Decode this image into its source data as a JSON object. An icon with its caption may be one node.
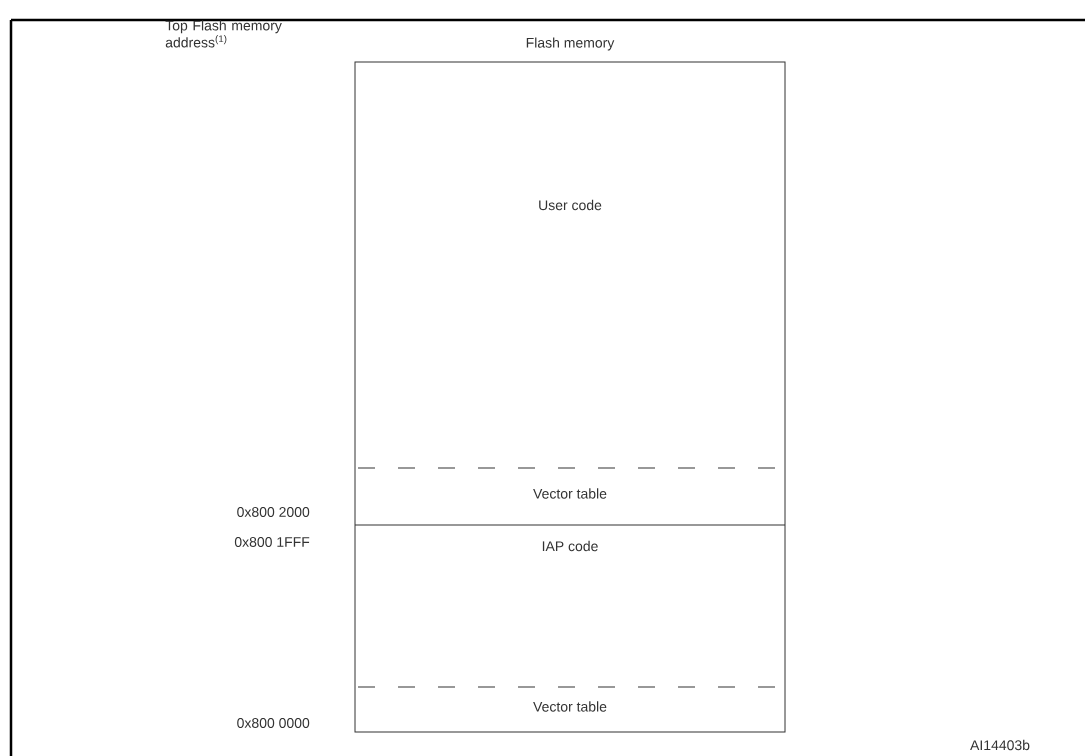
{
  "diagram": {
    "nodes": [
      {
        "text": [
          "Flash memory"
        ]
      },
      {
        "text": [
          "User code"
        ],
        "in": 0
      },
      {
        "text": [
          "Vector table"
        ],
        "in": 0
      },
      {
        "text": [
          "IAP code"
        ],
        "in": 0
      },
      {
        "text": [
          "Vector table"
        ],
        "in": 0
      }
    ],
    "labels": [
      "Top Flash memory address$^{(1)}$",
      "0x800 2000",
      "0x800 1FFF",
      "0x800 0000",
      "AI14403b"
    ]
  }
}
